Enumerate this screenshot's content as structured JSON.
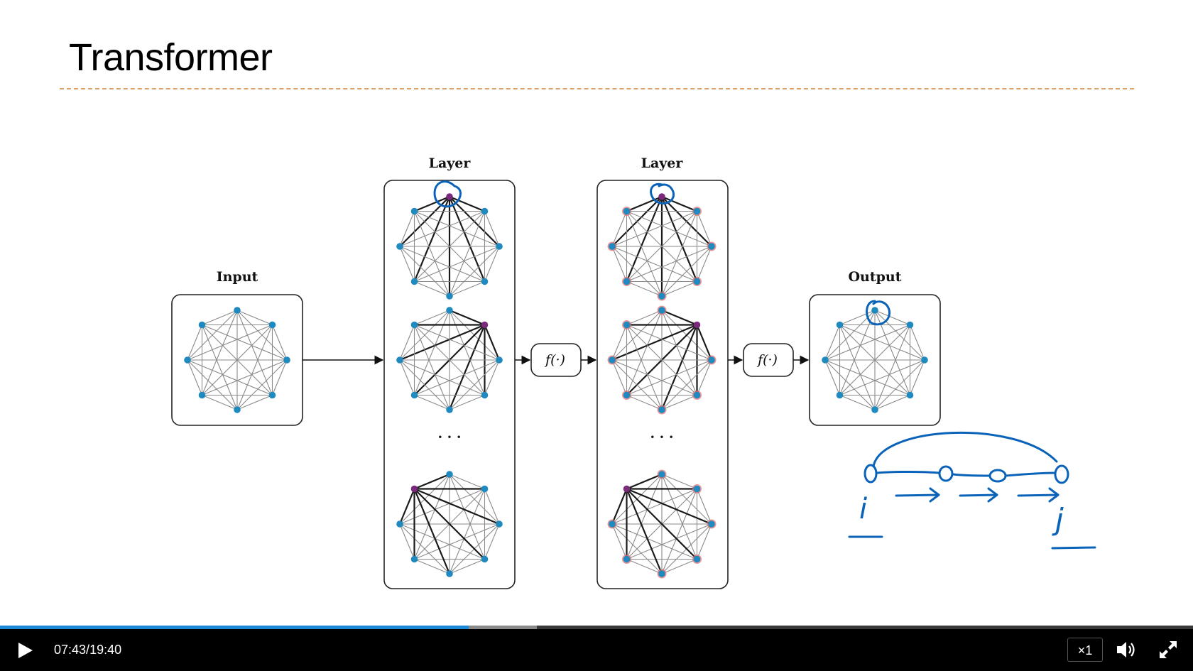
{
  "slide": {
    "title": "Transformer"
  },
  "diagram": {
    "input_label": "Input",
    "layer_label_1": "Layer",
    "layer_label_2": "Layer",
    "output_label": "Output",
    "function_label_1": "f(·)",
    "function_label_2": "f(·)",
    "ellipsis_1": "· · ·",
    "ellipsis_2": "· · ·",
    "node_color": "#1f8ac0",
    "highlight_node_color": "#7a2a7a",
    "annotation_color": "#0a63b8",
    "annotation_letters": [
      "i",
      "j"
    ]
  },
  "player": {
    "current_time": "07:43",
    "duration": "19:40",
    "time_separator": "/",
    "played_fraction": 0.393,
    "buffered_fraction": 0.45,
    "speed_label": "×1",
    "icons": [
      "play-icon",
      "volume-icon",
      "fullscreen-icon"
    ],
    "accent_color": "#1a8ad8"
  }
}
